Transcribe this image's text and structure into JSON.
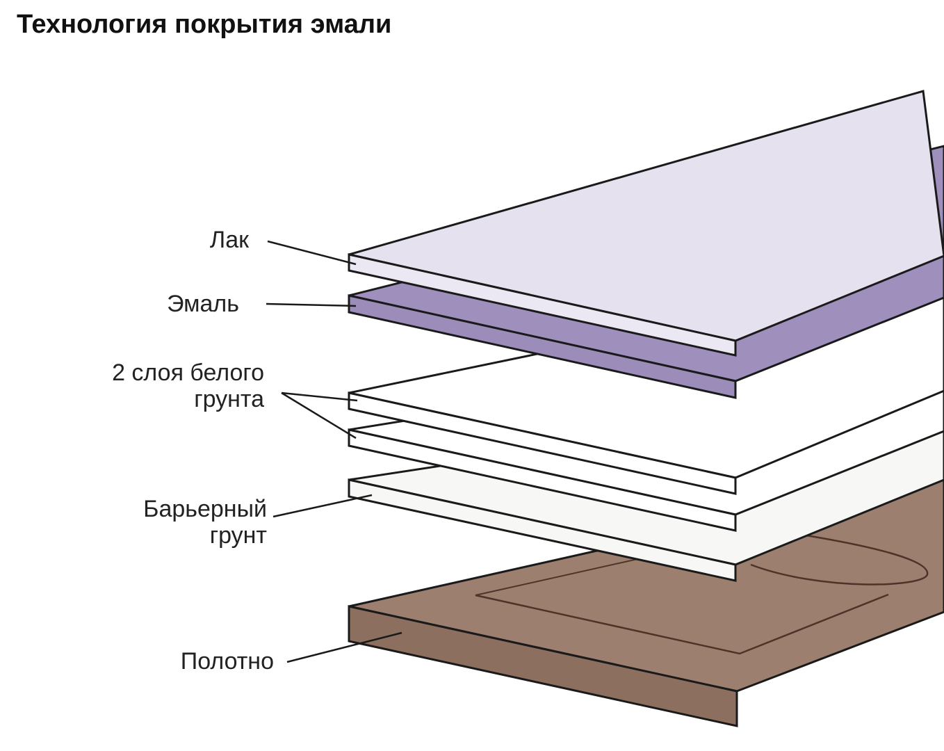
{
  "title": "Технология покрытия эмали",
  "labels": {
    "lak": "Лак",
    "emal": "Эмаль",
    "grunt_white_1": "2 слоя белого",
    "grunt_white_2": "грунта",
    "barrier_1": "Барьерный",
    "barrier_2": "грунт",
    "polotno": "Полотно"
  },
  "colors": {
    "outline": "#1a1a1a",
    "lak_top": "#e6e1ef",
    "lak_front": "#ece8f3",
    "emal_top": "#9e8fbd",
    "emal_front": "#9b8cba",
    "white_top": "#ffffff",
    "barrier_top": "#f7f7f5",
    "polotno_top": "#9c7f6f",
    "polotno_front": "#8d6f60",
    "groove": "#4d3328"
  }
}
